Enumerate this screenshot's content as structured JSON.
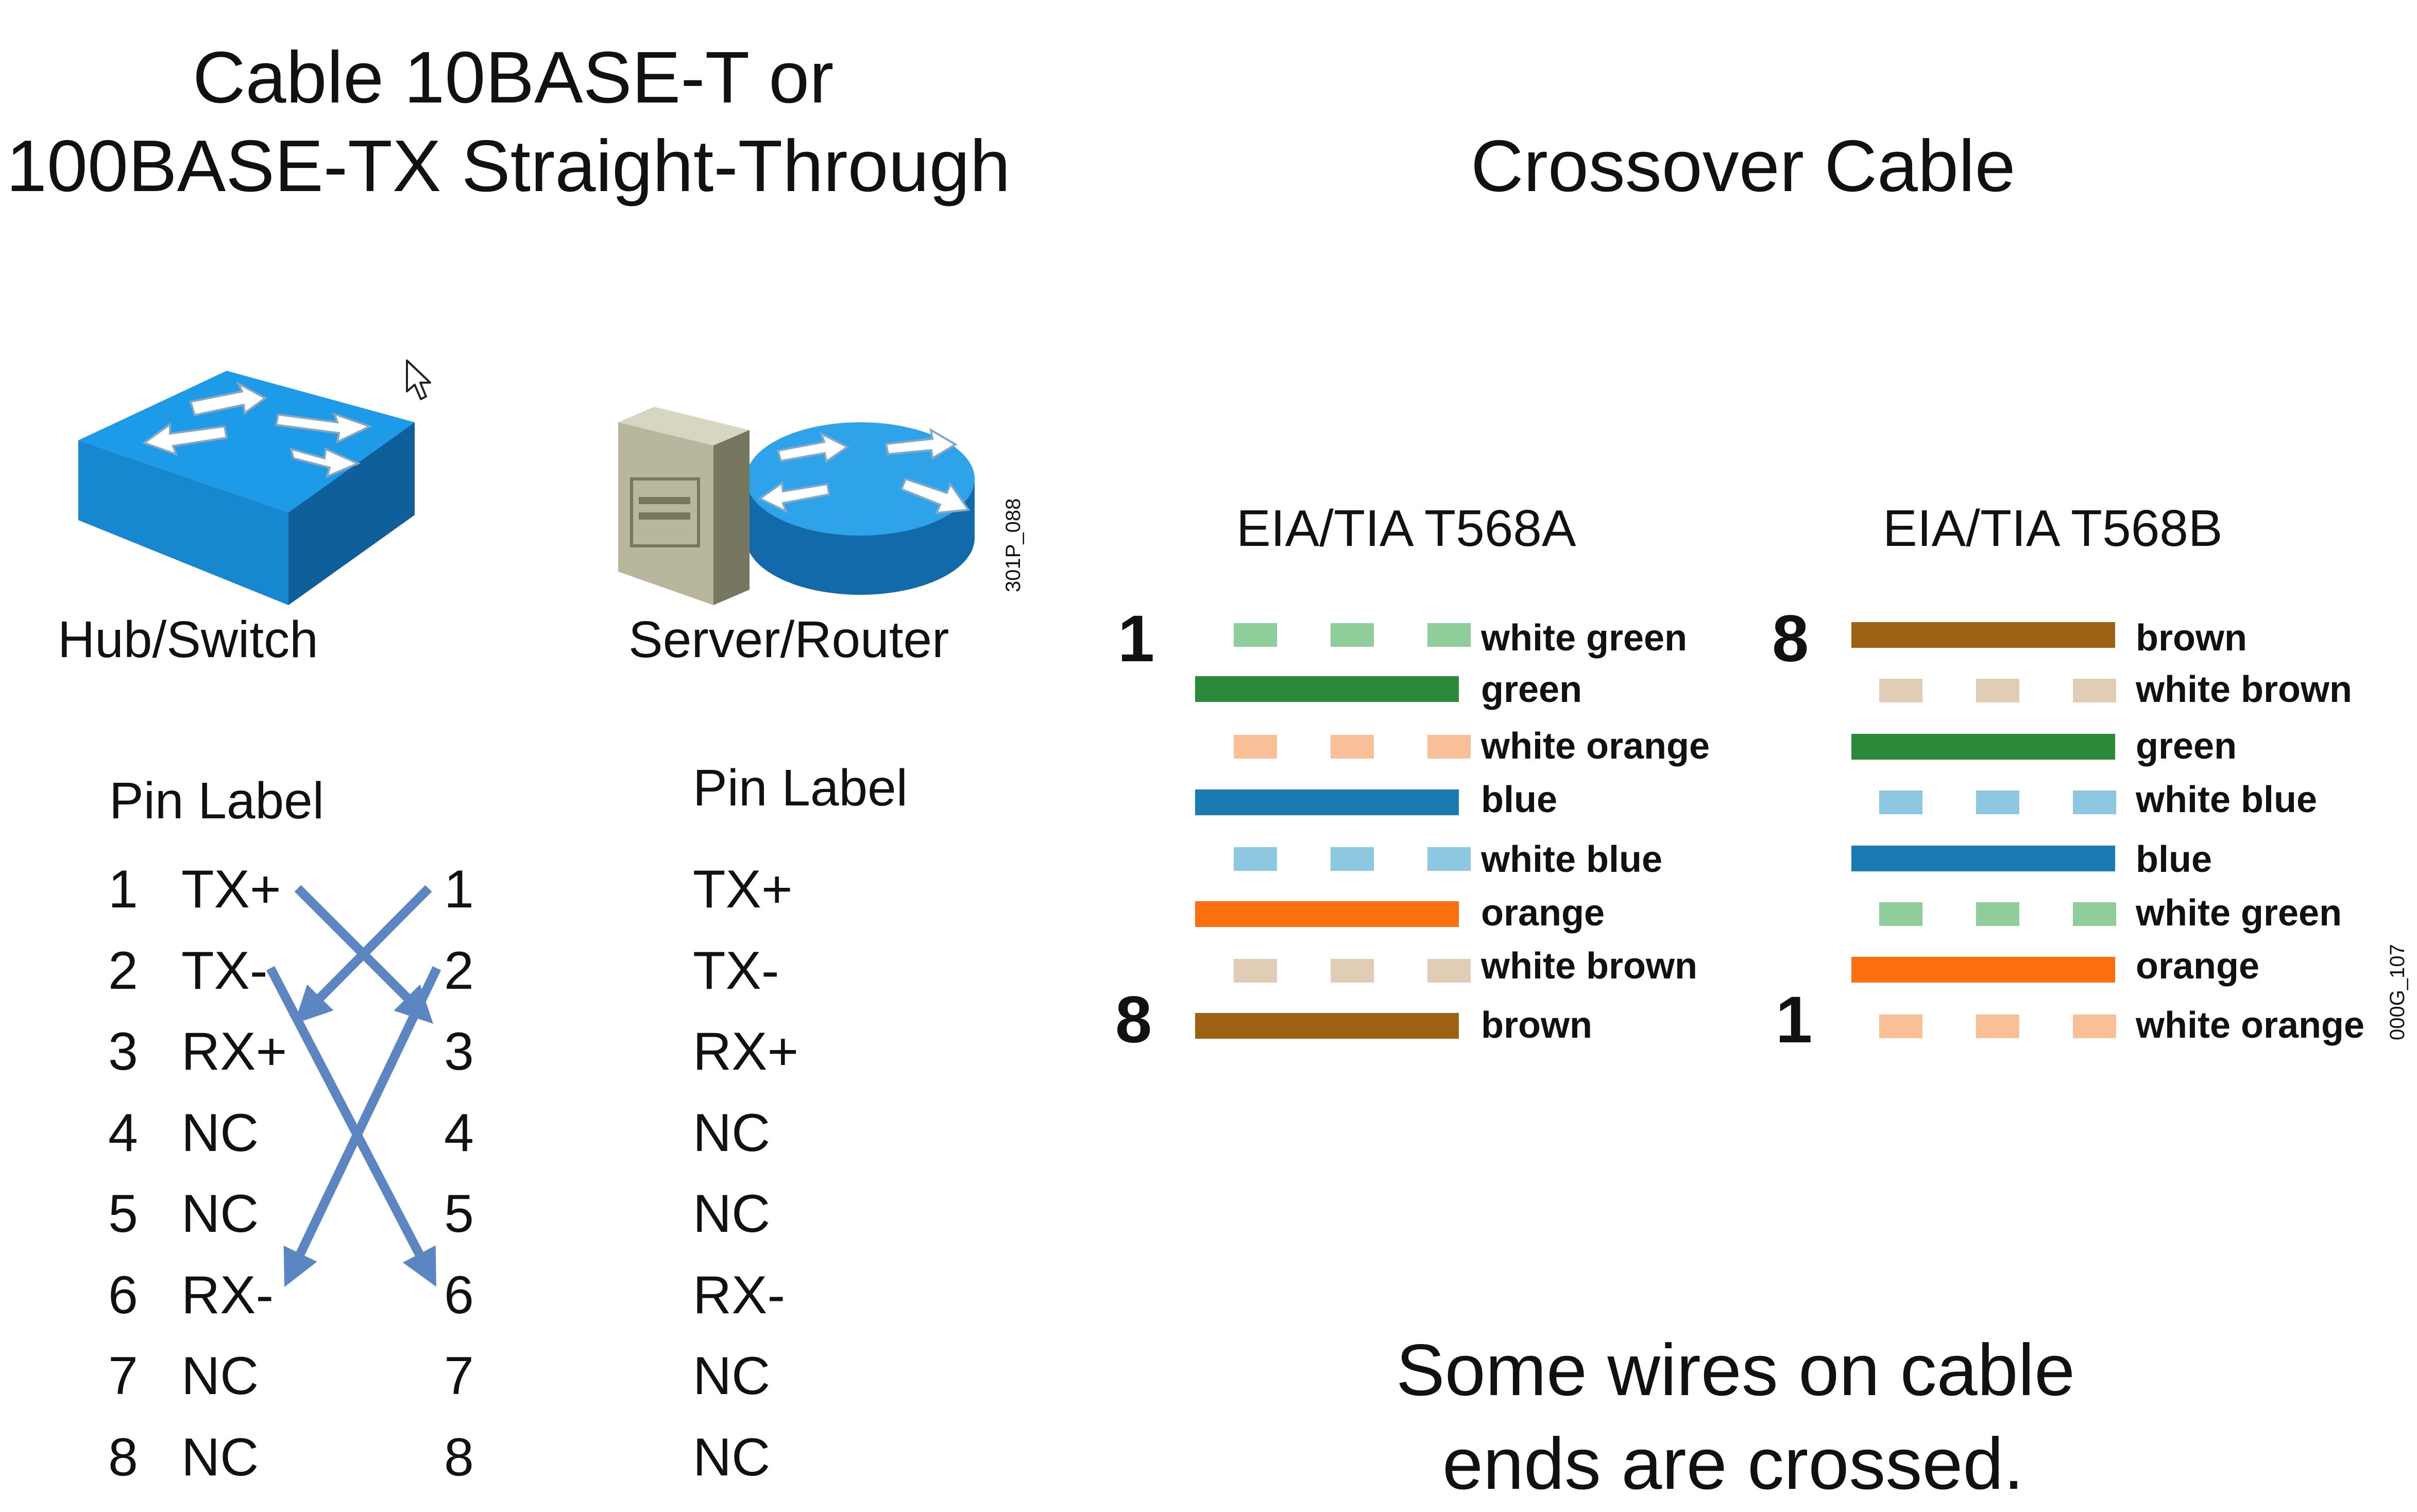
{
  "straight": {
    "title_line1": "Cable 10BASE-T or",
    "title_line2": "100BASE-TX Straight-Through",
    "device_left": "Hub/Switch",
    "device_right": "Server/Router",
    "figure_code": "301P_088",
    "header_left": "Pin Label",
    "header_right": "Pin Label",
    "left_rows": [
      {
        "num": "1",
        "label": "TX+"
      },
      {
        "num": "2",
        "label": "TX-"
      },
      {
        "num": "3",
        "label": "RX+"
      },
      {
        "num": "4",
        "label": "NC"
      },
      {
        "num": "5",
        "label": "NC"
      },
      {
        "num": "6",
        "label": "RX-"
      },
      {
        "num": "7",
        "label": "NC"
      },
      {
        "num": "8",
        "label": "NC"
      }
    ],
    "right_nums": [
      "1",
      "2",
      "3",
      "4",
      "5",
      "6",
      "7",
      "8"
    ],
    "right_labels": [
      "TX+",
      "TX-",
      "RX+",
      "NC",
      "NC",
      "RX-",
      "NC",
      "NC"
    ],
    "arrow_color": "#5b86c2"
  },
  "crossover": {
    "title": "Crossover Cable",
    "figure_code": "000G_107",
    "caption_line1": "Some wires on cable",
    "caption_line2": "ends are crossed.",
    "t568a": {
      "title": "EIA/TIA T568A",
      "top_pin": "1",
      "bottom_pin": "8",
      "wires": [
        {
          "label": "white green",
          "style": "dashed",
          "color": "#8fce9a"
        },
        {
          "label": "green",
          "style": "solid",
          "color": "#2a8a3a"
        },
        {
          "label": "white orange",
          "style": "dashed",
          "color": "#f9bf96"
        },
        {
          "label": "blue",
          "style": "solid",
          "color": "#1a7ab1"
        },
        {
          "label": "white blue",
          "style": "dashed",
          "color": "#8ec8e0"
        },
        {
          "label": "orange",
          "style": "solid",
          "color": "#fb6f10"
        },
        {
          "label": "white brown",
          "style": "dashed",
          "color": "#e1ccb6"
        },
        {
          "label": "brown",
          "style": "solid",
          "color": "#9c6112"
        }
      ]
    },
    "t568b": {
      "title": "EIA/TIA T568B",
      "top_pin": "8",
      "bottom_pin": "1",
      "wires": [
        {
          "label": "brown",
          "style": "solid",
          "color": "#9c6112"
        },
        {
          "label": "white brown",
          "style": "dashed",
          "color": "#e1ccb6"
        },
        {
          "label": "green",
          "style": "solid",
          "color": "#2a8a3a"
        },
        {
          "label": "white blue",
          "style": "dashed",
          "color": "#8ec8e0"
        },
        {
          "label": "blue",
          "style": "solid",
          "color": "#1a7ab1"
        },
        {
          "label": "white green",
          "style": "dashed",
          "color": "#8fce9a"
        },
        {
          "label": "orange",
          "style": "solid",
          "color": "#fb6f10"
        },
        {
          "label": "white orange",
          "style": "dashed",
          "color": "#f9bf96"
        }
      ]
    }
  }
}
